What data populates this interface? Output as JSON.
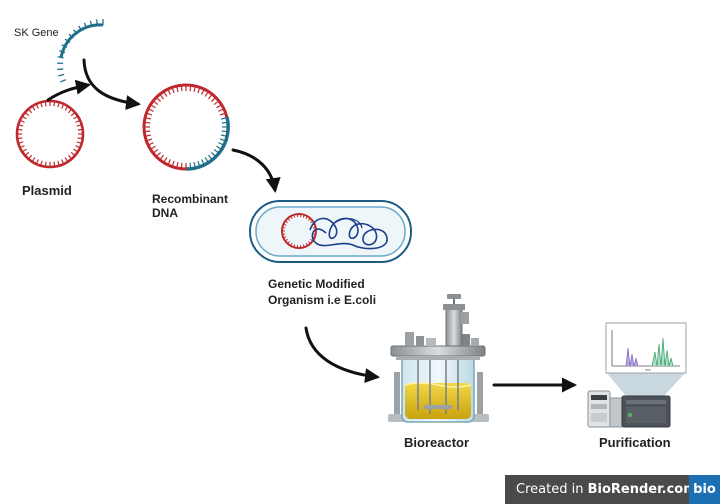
{
  "labels": {
    "sk_gene": "SK Gene",
    "plasmid": "Plasmid",
    "recombinant_line1": "Recombinant",
    "recombinant_line2": "DNA",
    "gmo_line1": "Genetic Modified",
    "gmo_line2": "Organism i.e E.coli",
    "bioreactor": "Bioreactor",
    "purification": "Purification"
  },
  "badge": {
    "prefix": "Created in",
    "brand": "BioRender.com",
    "logo": "bio"
  },
  "chromatogram_axis": "m/z",
  "colors": {
    "plasmid": "#c0282d",
    "gene": "#1f6f8b",
    "arrow": "#111111",
    "liquid": "#e3c21a"
  }
}
